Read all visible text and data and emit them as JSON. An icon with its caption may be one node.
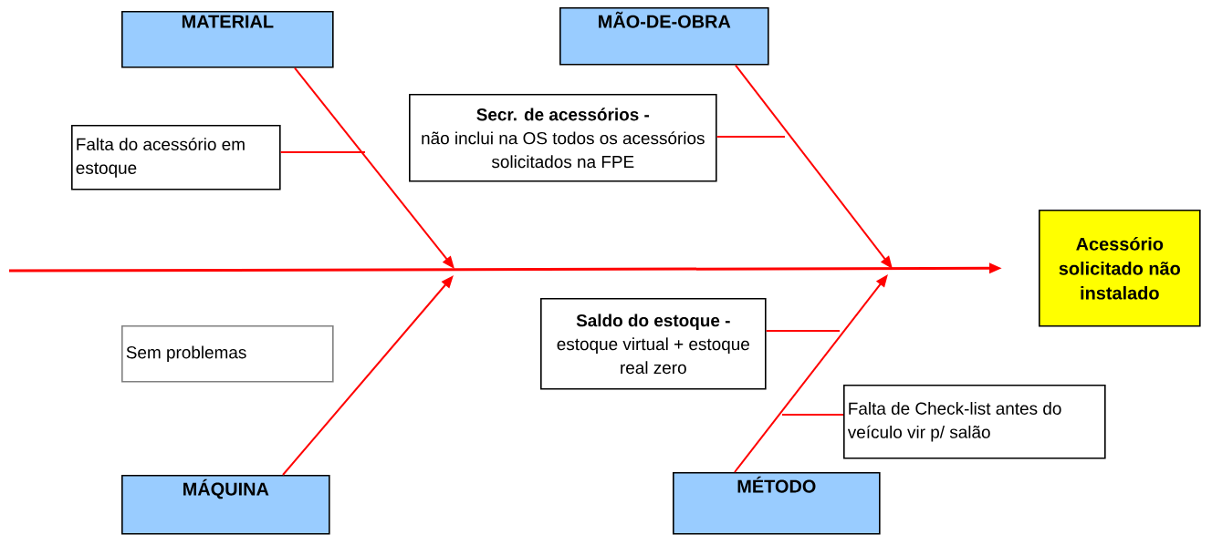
{
  "diagram": {
    "nodes": [
      {
        "text": [
          "MATERIAL"
        ]
      },
      {
        "text": [
          "MÃO-DE-OBRA"
        ]
      },
      {
        "text": [
          "Falta do acessório em estoque"
        ]
      },
      {
        "text": [
          "Secr. de acessórios -",
          "não inclui na OS todos os acessórios solicitados na FPE"
        ]
      },
      {
        "text": [
          "Acessório solicitado não instalado"
        ]
      },
      {
        "text": [
          "Sem problemas"
        ]
      },
      {
        "text": [
          "Saldo do estoque -",
          "estoque virtual + estoque real zero"
        ]
      },
      {
        "text": [
          "Falta de Check-list antes do veículo vir p/ salão"
        ]
      },
      {
        "text": [
          "MÁQUINA"
        ]
      },
      {
        "text": [
          "MÉTODO"
        ]
      }
    ],
    "edges": [
      {
        "from": null,
        "to": 4,
        "arrow": "to"
      },
      {
        "from": 0,
        "to": null,
        "arrow": "to"
      },
      {
        "from": 1,
        "to": null,
        "arrow": "to"
      },
      {
        "from": 8,
        "to": null,
        "arrow": "to"
      },
      {
        "from": 9,
        "to": null,
        "arrow": "to"
      },
      {
        "from": 2,
        "to": null,
        "arrow": "none"
      },
      {
        "from": 3,
        "to": null,
        "arrow": "none"
      },
      {
        "from": 6,
        "to": null,
        "arrow": "none"
      },
      {
        "from": 7,
        "to": null,
        "arrow": "none"
      }
    ]
  }
}
